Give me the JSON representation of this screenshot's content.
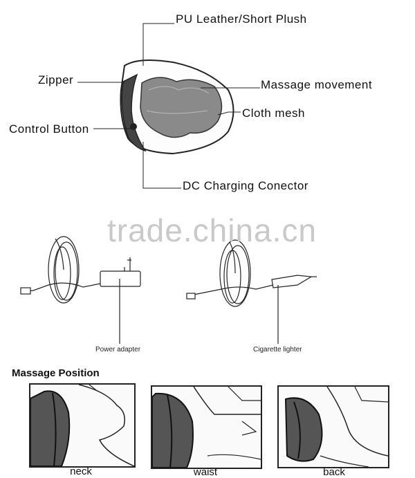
{
  "parts": {
    "pu_leather": "PU Leather/Short  Plush",
    "zipper": "Zipper",
    "massage_movement": "Massage movement",
    "cloth_mesh": "Cloth mesh",
    "control_button": "Control Button",
    "dc_connector": "DC  Charging  Conector"
  },
  "watermark": "trade.china.cn",
  "accessories": {
    "power_adapter": "Power adapter",
    "cigarette_lighter": "Cigarette lighter"
  },
  "positions": {
    "title": "Massage Position",
    "items": [
      "neck",
      "waist",
      "back"
    ]
  }
}
